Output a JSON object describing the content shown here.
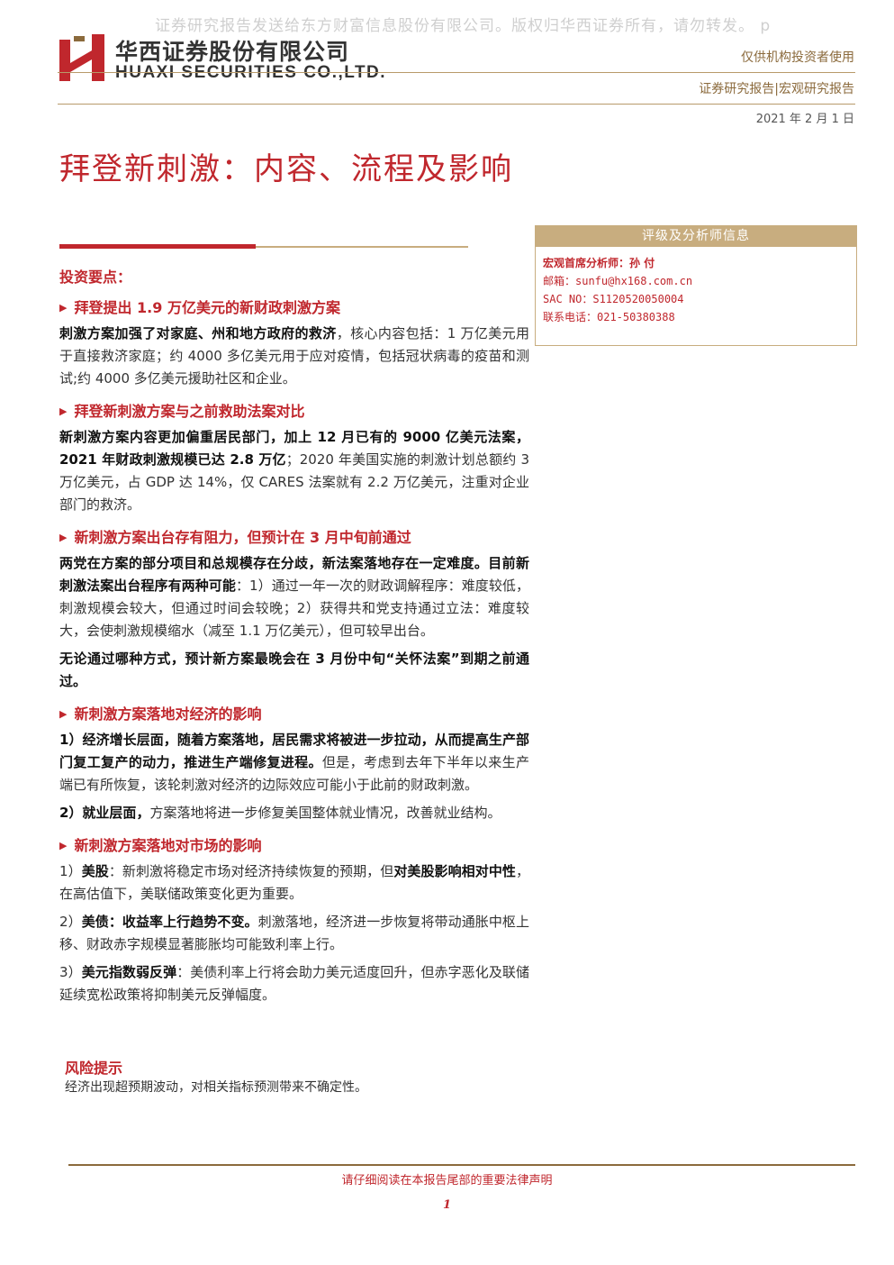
{
  "watermark": "证券研究报告发送给东方财富信息股份有限公司。版权归华西证券所有，请勿转发。 p",
  "header": {
    "company_cn": "华西证券股份有限公司",
    "company_en": "HUAXI SECURITIES CO.,LTD.",
    "audience": "仅供机构投资者使用",
    "category": "证券研究报告|宏观研究报告",
    "date": "2021 年 2 月 1 日",
    "colors": {
      "accent_red": "#c0272d",
      "gold": "#c8ad7f"
    }
  },
  "title": "拜登新刺激：内容、流程及影响",
  "analyst_box": {
    "heading": "评级及分析师信息",
    "role_name": "宏观首席分析师：孙 付",
    "email": "邮箱：sunfu@hx168.com.cn",
    "sac": "SAC NO：S1120520050004",
    "phone": "联系电话：021-50380388"
  },
  "main": {
    "section_title": "投资要点：",
    "bullets": [
      "拜登提出 1.9 万亿美元的新财政刺激方案",
      "拜登新刺激方案与之前救助法案对比",
      "新刺激方案出台存有阻力，但预计在 3 月中旬前通过",
      "新刺激方案落地对经济的影响",
      "新刺激方案落地对市场的影响"
    ],
    "p1_bold": "刺激方案加强了对家庭、州和地方政府的救济",
    "p1_rest": "，核心内容包括：1 万亿美元用于直接救济家庭；约 4000 多亿美元用于应对疫情，包括冠状病毒的疫苗和测试;约 4000 多亿美元援助社区和企业。",
    "p2_bold": "新刺激方案内容更加偏重居民部门，加上 12 月已有的 9000 亿美元法案，2021 年财政刺激规模已达 2.8 万亿",
    "p2_rest": "；2020 年美国实施的刺激计划总额约 3 万亿美元，占 GDP 达 14%，仅 CARES 法案就有 2.2 万亿美元，注重对企业部门的救济。",
    "p3_bold": "两党在方案的部分项目和总规模存在分歧，新法案落地存在一定难度。目前新刺激法案出台程序有两种可能",
    "p3_rest": "：1）通过一年一次的财政调解程序：难度较低，刺激规模会较大，但通过时间会较晚；2）获得共和党支持通过立法：难度较大，会使刺激规模缩水（减至 1.1 万亿美元），但可较早出台。",
    "p4_bold": "无论通过哪种方式，预计新方案最晚会在 3 月份中旬“关怀法案”到期之前通过。",
    "p5_bold": "1）经济增长层面，随着方案落地，居民需求将被进一步拉动，从而提高生产部门复工复产的动力，推进生产端修复进程。",
    "p5_rest": "但是，考虑到去年下半年以来生产端已有所恢复，该轮刺激对经济的边际效应可能小于此前的财政刺激。",
    "p6_bold": "2）就业层面，",
    "p6_rest": "方案落地将进一步修复美国整体就业情况，改善就业结构。",
    "p7_a": "1）",
    "p7_b1": "美股",
    "p7_c": "：新刺激将稳定市场对经济持续恢复的预期，但",
    "p7_b2": "对美股影响相对中性",
    "p7_d": "，在高估值下，美联储政策变化更为重要。",
    "p8_a": "2）",
    "p8_b": "美债：收益率上行趋势不变。",
    "p8_c": "刺激落地，经济进一步恢复将带动通胀中枢上移、财政赤字规模显著膨胀均可能致利率上行。",
    "p9_a": "3）",
    "p9_b": "美元指数弱反弹",
    "p9_c": "：美债利率上行将会助力美元适度回升，但赤字恶化及联储延续宽松政策将抑制美元反弹幅度。"
  },
  "risk": {
    "title": "风险提示",
    "text": "经济出现超预期波动，对相关指标预测带来不确定性。"
  },
  "footer": {
    "note": "请仔细阅读在本报告尾部的重要法律声明",
    "page": "1"
  }
}
